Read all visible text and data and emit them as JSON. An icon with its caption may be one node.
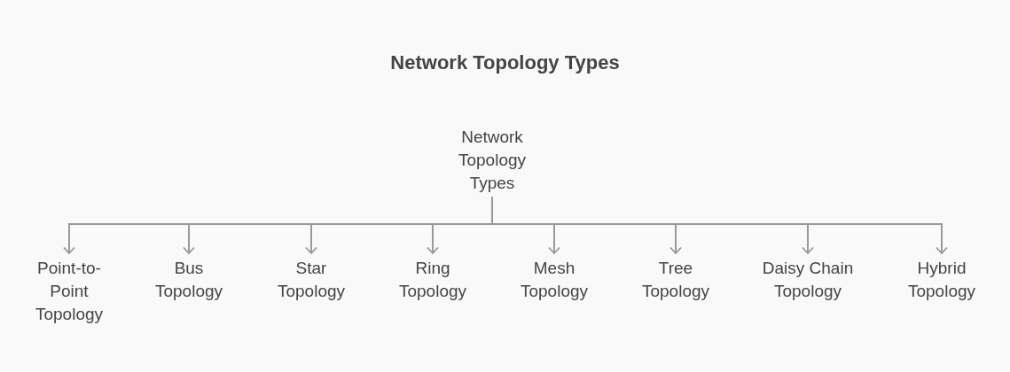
{
  "diagram": {
    "title": "Network Topology Types",
    "nodes": [
      {
        "text": [
          "Network Topology Types"
        ]
      },
      {
        "text": [
          "Point-to-Point Topology"
        ]
      },
      {
        "text": [
          "Bus Topology"
        ]
      },
      {
        "text": [
          "Star Topology"
        ]
      },
      {
        "text": [
          "Ring Topology"
        ]
      },
      {
        "text": [
          "Mesh Topology"
        ]
      },
      {
        "text": [
          "Tree Topology"
        ]
      },
      {
        "text": [
          "Daisy Chain Topology"
        ]
      },
      {
        "text": [
          "Hybrid Topology"
        ]
      }
    ],
    "edges": [
      {
        "from": 0,
        "to": 1,
        "arrow": "to"
      },
      {
        "from": 0,
        "to": 2,
        "arrow": "to"
      },
      {
        "from": 0,
        "to": 3,
        "arrow": "to"
      },
      {
        "from": 0,
        "to": 4,
        "arrow": "to"
      },
      {
        "from": 0,
        "to": 5,
        "arrow": "to"
      },
      {
        "from": 0,
        "to": 6,
        "arrow": "to"
      },
      {
        "from": 0,
        "to": 7,
        "arrow": "to"
      },
      {
        "from": 0,
        "to": 8,
        "arrow": "to"
      }
    ]
  }
}
